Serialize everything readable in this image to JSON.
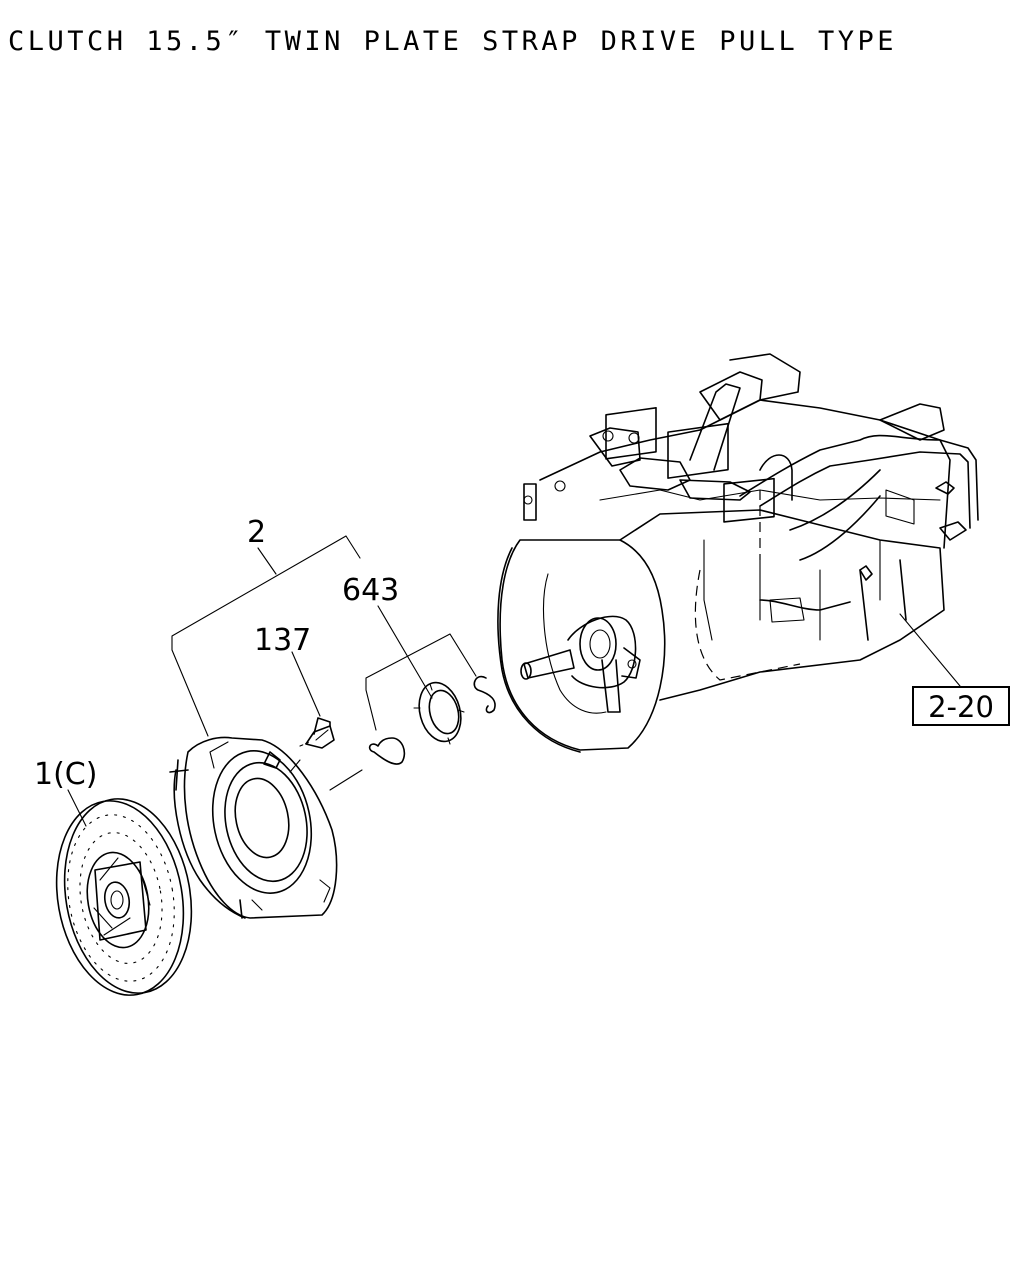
{
  "title": "CLUTCH 15.5″ TWIN PLATE STRAP DRIVE PULL TYPE",
  "callouts": {
    "part_1": "1(C)",
    "part_2": "2",
    "part_137": "137",
    "part_643": "643"
  },
  "reference": "2-20"
}
